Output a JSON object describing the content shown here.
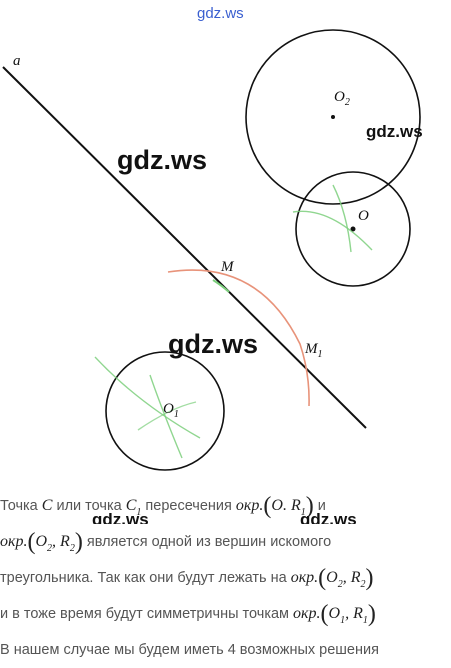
{
  "watermarks": {
    "top": "gdz.ws",
    "big1": "gdz.ws",
    "big2": "gdz.ws",
    "mid1": "gdz.ws",
    "mid2": "gdz.ws",
    "mid3": "gdz.ws"
  },
  "labels": {
    "a": "a",
    "O2": "O",
    "O2_sub": "2",
    "O": "O",
    "M": "M",
    "M1": "M",
    "M1_sub": "1",
    "O1": "O",
    "O1_sub": "1"
  },
  "text": {
    "l1a": "Точка ",
    "l1b": "C",
    "l1c": " или точка ",
    "l1d": "C",
    "l1d_sub": "1",
    "l1e": " пересечения ",
    "okr": "окр.",
    "O": "O",
    "R": "R",
    "sub1": "1",
    "sub2": "2",
    "l1f": " и",
    "l2b": " является одной из вершин искомого",
    "l3a": "треугольника. Так как они будут лежать на ",
    "l4a": "и в тоже время будут симметричны точкам ",
    "l5": "В нашем случае мы будем иметь 4 возможных решения"
  },
  "colors": {
    "ink": "#111111",
    "arc_red": "#e8937a",
    "arc_green": "#7ccf7c",
    "watermark_blue": "#3a5fd0"
  }
}
